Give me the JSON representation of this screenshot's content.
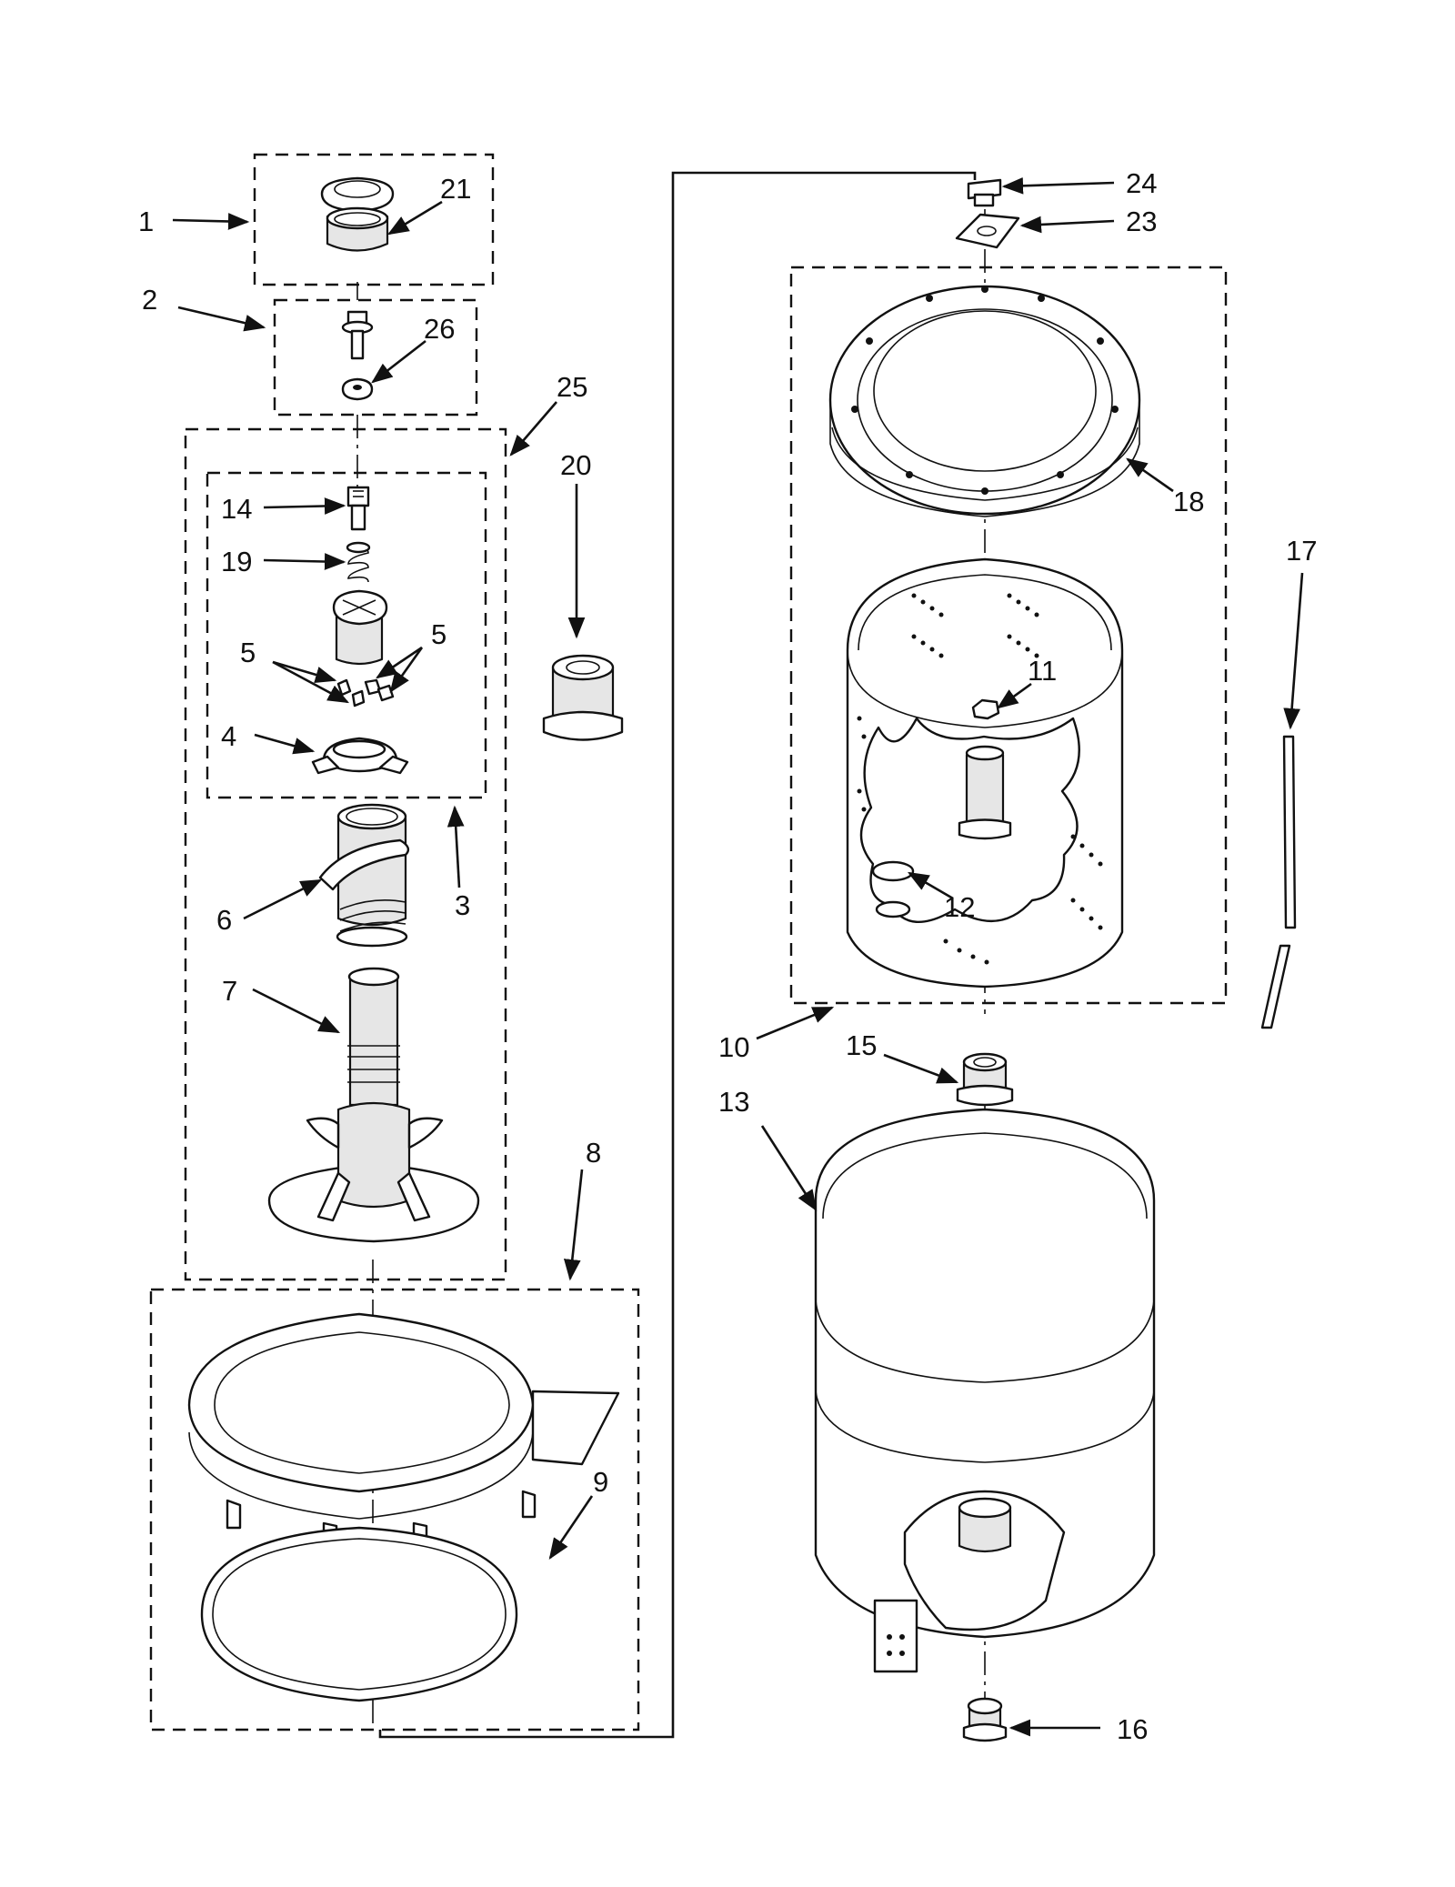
{
  "callouts": {
    "c1": "1",
    "c2": "2",
    "c3": "3",
    "c4": "4",
    "c5a": "5",
    "c5b": "5",
    "c6": "6",
    "c7": "7",
    "c8": "8",
    "c9": "9",
    "c10": "10",
    "c11": "11",
    "c12": "12",
    "c13": "13",
    "c14": "14",
    "c15": "15",
    "c16": "16",
    "c17": "17",
    "c18": "18",
    "c19": "19",
    "c20": "20",
    "c21": "21",
    "c23": "23",
    "c24": "24",
    "c25": "25",
    "c26": "26"
  },
  "colors": {
    "line": "#111111",
    "background": "#ffffff"
  }
}
